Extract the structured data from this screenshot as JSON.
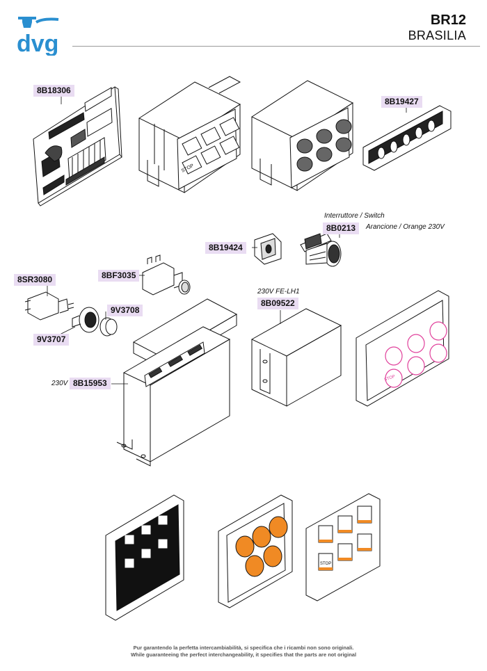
{
  "header": {
    "brand": "dvg",
    "model_code": "BR12",
    "model_name": "BRASILIA"
  },
  "parts": [
    {
      "code": "8B18306"
    },
    {
      "code": "8B19427"
    },
    {
      "code": "8B0213",
      "note_above": "Interruttore / Switch",
      "note_right": "Arancione / Orange 230V"
    },
    {
      "code": "8B19424"
    },
    {
      "code": "8SR3080"
    },
    {
      "code": "8BF3035"
    },
    {
      "code": "9V3708"
    },
    {
      "code": "9V3707"
    },
    {
      "code": "8B09522",
      "note_above": "230V FE-LH1"
    },
    {
      "code": "8B15953",
      "note_left": "230V"
    }
  ],
  "panel_labels": {
    "stop": "STOP"
  },
  "colors": {
    "brand_blue": "#2a8fd0",
    "label_bg": "#e9dcf2",
    "magenta": "#e0409b",
    "orange": "#f08a24"
  },
  "footer": {
    "line1": "Pur garantendo la perfetta intercambiabilità, si specifica che i ricambi non sono originali.",
    "line2": "While guaranteeing the perfect interchangeability, it specifies that the parts are not original"
  }
}
